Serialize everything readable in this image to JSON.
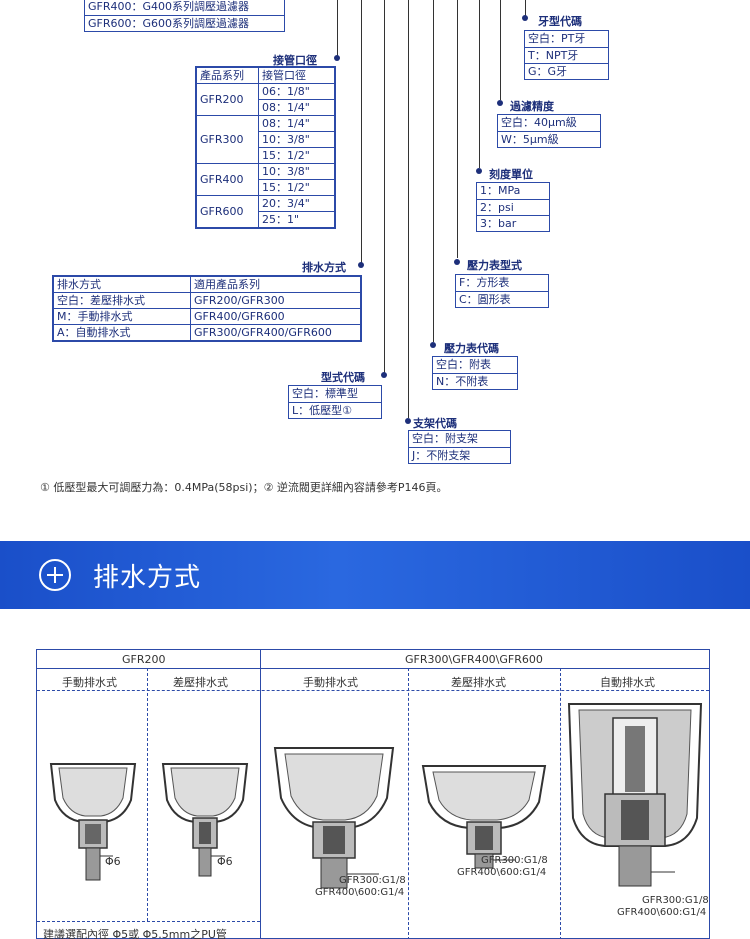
{
  "top_partial": {
    "rows": [
      "GFR400：G400系列調壓過濾器",
      "GFR600：G600系列調壓過濾器"
    ]
  },
  "port": {
    "caption": "接管口徑",
    "header": [
      "產品系列",
      "接管口徑"
    ],
    "groups": [
      {
        "series": "GFR200",
        "sizes": [
          "06：1/8\"",
          "08：1/4\""
        ]
      },
      {
        "series": "GFR300",
        "sizes": [
          "08：1/4\"",
          "10：3/8\"",
          "15：1/2\""
        ]
      },
      {
        "series": "GFR400",
        "sizes": [
          "10：3/8\"",
          "15：1/2\""
        ]
      },
      {
        "series": "GFR600",
        "sizes": [
          "20：3/4\"",
          "25：1\""
        ]
      }
    ]
  },
  "drain": {
    "caption": "排水方式",
    "header": [
      "排水方式",
      "適用產品系列"
    ],
    "rows": [
      [
        "空白：差壓排水式",
        "GFR200/GFR300"
      ],
      [
        "M：手動排水式",
        "GFR400/GFR600"
      ],
      [
        "A：自動排水式",
        "GFR300/GFR400/GFR600"
      ]
    ]
  },
  "model": {
    "caption": "型式代碼",
    "rows": [
      "空白：標準型",
      "L：低壓型①"
    ]
  },
  "bracket": {
    "caption": "支架代碼",
    "rows": [
      "空白：附支架",
      "J：不附支架"
    ]
  },
  "gauge_code": {
    "caption": "壓力表代碼",
    "rows": [
      "空白：附表",
      "N：不附表"
    ]
  },
  "gauge_type": {
    "caption": "壓力表型式",
    "rows": [
      "F：方形表",
      "C：圓形表"
    ]
  },
  "scale": {
    "caption": "刻度單位",
    "rows": [
      "1：MPa",
      "2：psi",
      "3：bar"
    ]
  },
  "filter": {
    "caption": "過濾精度",
    "rows": [
      "空白：40μm級",
      "W：5μm級"
    ]
  },
  "thread": {
    "caption": "牙型代碼",
    "rows": [
      "空白：PT牙",
      "T：NPT牙",
      "G：G牙"
    ]
  },
  "footnote": "① 低壓型最大可調壓力為：0.4MPa(58psi)；② 逆流閥更詳細內容請參考P146頁。",
  "section": {
    "title": "排水方式",
    "icon": "plus-circle-icon"
  },
  "drain_panel": {
    "group1": "GFR200",
    "group2": "GFR300\\GFR400\\GFR600",
    "cols": [
      "手動排水式",
      "差壓排水式",
      "手動排水式",
      "差壓排水式",
      "自動排水式"
    ],
    "phi1": "Φ6",
    "phi2": "Φ6",
    "label_a1": "GFR300:G1/8",
    "label_a2": "GFR400\\600:G1/4",
    "label_b1": "GFR300:G1/8",
    "label_b2": "GFR400\\600:G1/4",
    "label_c1": "GFR300:G1/8",
    "label_c2": "GFR400\\600:G1/4",
    "note": "建議選配內徑 Φ5或 Φ5.5mm之PU管"
  },
  "colors": {
    "ink": "#1d2f7a",
    "border": "#2c4aa8",
    "banner": "#2a68e0"
  }
}
